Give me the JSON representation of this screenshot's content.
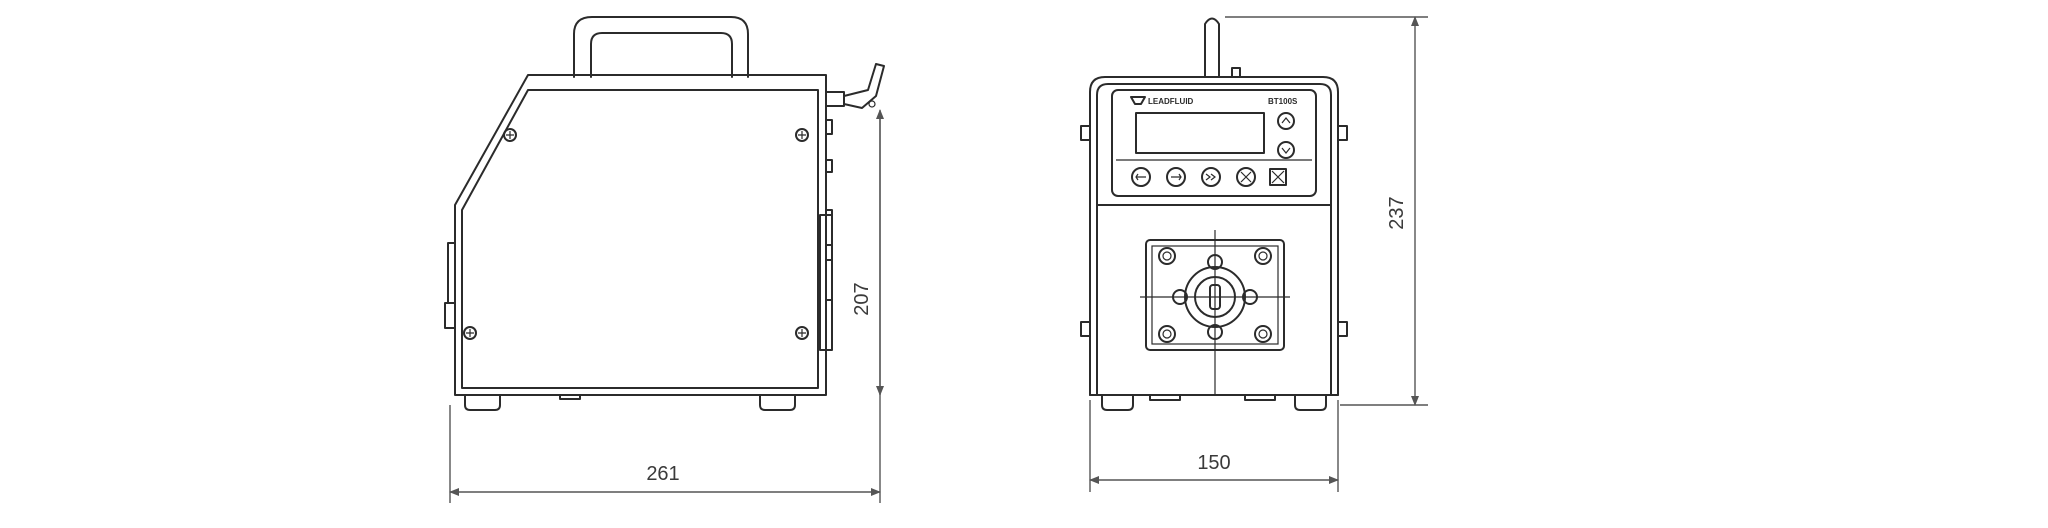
{
  "dimensions": {
    "depth": "261",
    "height_side": "207",
    "width_front": "150",
    "height_front": "237"
  },
  "panel": {
    "brand": "LEADFLUID",
    "model": "BT100S"
  },
  "colors": {
    "line": "#2b2b2b",
    "dimension": "#555555",
    "background": "#ffffff"
  }
}
